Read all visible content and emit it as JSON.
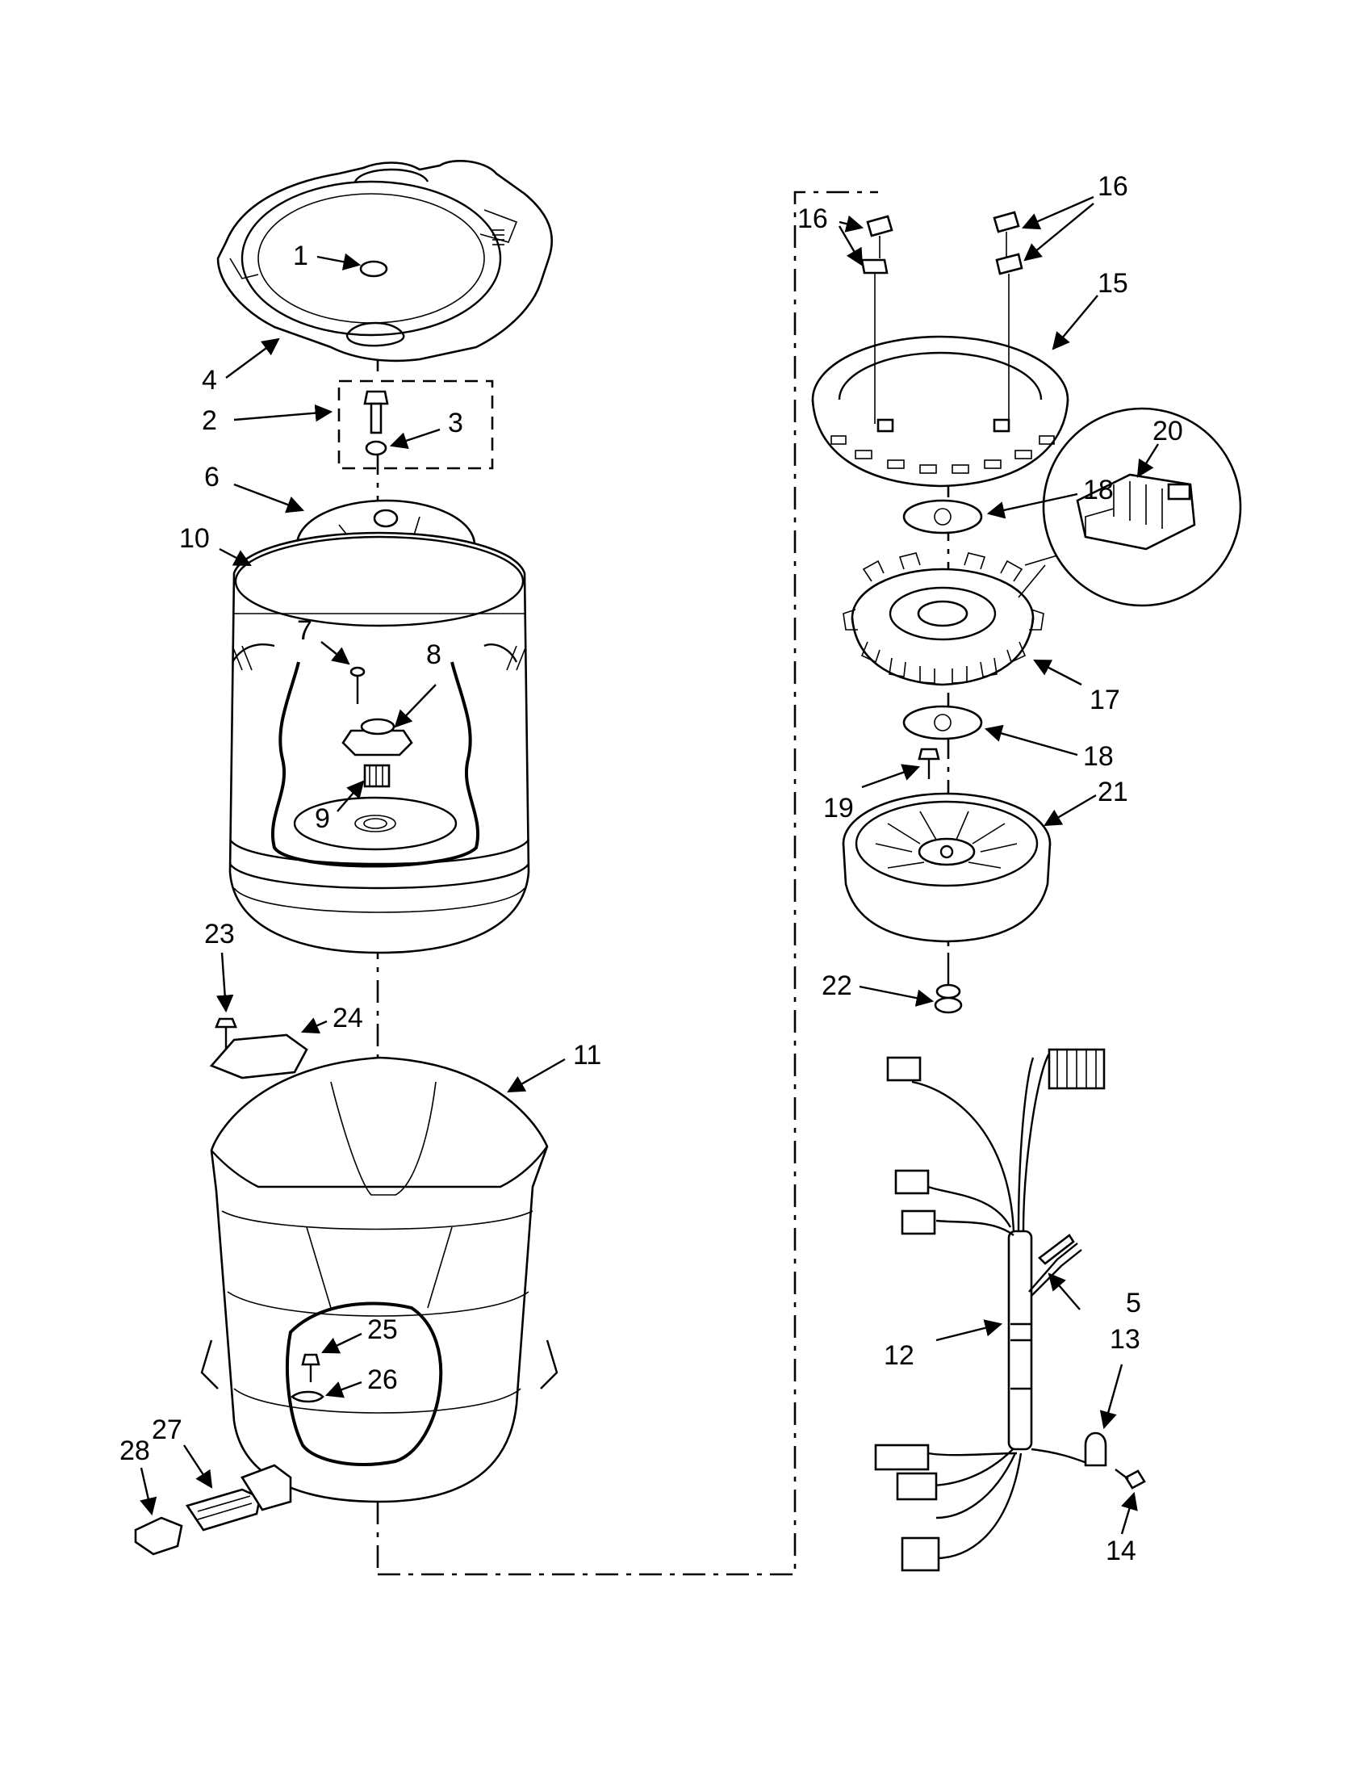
{
  "labels": {
    "p1": "1",
    "p2": "2",
    "p3": "3",
    "p4": "4",
    "p5": "5",
    "p6": "6",
    "p7": "7",
    "p8": "8",
    "p9": "9",
    "p10": "10",
    "p11": "11",
    "p12": "12",
    "p13": "13",
    "p14": "14",
    "p15": "15",
    "p16a": "16",
    "p16b": "16",
    "p17": "17",
    "p18a": "18",
    "p18b": "18",
    "p19": "19",
    "p20": "20",
    "p21": "21",
    "p22": "22",
    "p23": "23",
    "p24": "24",
    "p25": "25",
    "p26": "26",
    "p27": "27",
    "p28": "28"
  }
}
